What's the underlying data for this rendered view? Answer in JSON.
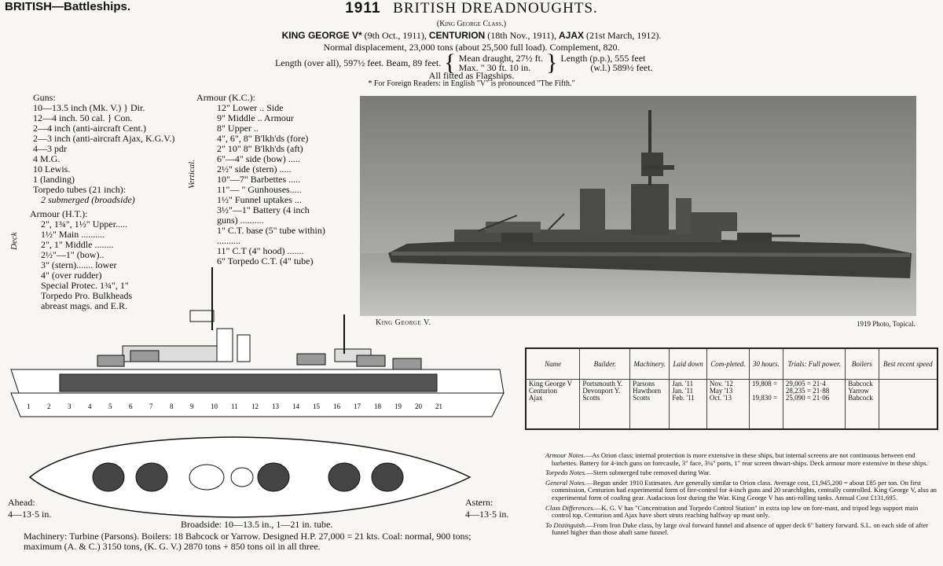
{
  "header": {
    "left": "BRITISH—Battleships.",
    "year": "1911",
    "title": "BRITISH DREADNOUGHTS."
  },
  "class_line": "(King George Class.)",
  "ships_line": {
    "ship1": "KING GEORGE V*",
    "date1": "(9th Oct., 1911),",
    "ship2": "CENTURION",
    "date2": "(18th Nov., 1911),",
    "ship3": "AJAX",
    "date3": "(21st March, 1912)."
  },
  "displacement_line": "Normal displacement, 23,000 tons (about 25,500 full load).  Complement, 820.",
  "dims": {
    "length_oa": "Length (over all), 597½ feet.  Beam, 89 feet.",
    "mean": "Mean draught, 27½ ft.",
    "max": "Max.    \"     30 ft. 10 in.",
    "pp": "Length (p.p.), 555 feet",
    "wl": "(w.l.) 589½ feet."
  },
  "flagships": "All fitted as Flagships.",
  "foreign_note": "* For Foreign Readers: in English \"V\" is pronounced \"The Fifth.\"",
  "guns": {
    "heading": "Guns:",
    "lines": [
      "10—13.5 inch (Mk. V.)  } Dir.",
      "12—4 inch. 50 cal.      } Con.",
      "2—4 inch (anti-aircraft Cent.)",
      "2—3 inch (anti-aircraft Ajax, K.G.V.)",
      "4—3 pdr",
      "4 M.G.",
      "10 Lewis.",
      "1 (landing)"
    ],
    "torpedo": "Torpedo tubes (21 inch):",
    "torpedo_detail": "2 submerged (broadside)"
  },
  "armour_ht": {
    "heading": "Armour (H.T.):",
    "lines": [
      "2\", 1¾\", 1½\" Upper.....",
      "1½\" Main ..........",
      "2\", 1\" Middle ........",
      "2½\"—1\" (bow)..",
      "3\" (stern)....... lower",
      "4\" (over rudder)",
      "Special Protec. 1¾\", 1\"",
      "Torpedo Pro. Bulkheads",
      "abreast mags. and E.R."
    ],
    "deck_label": "Deck"
  },
  "armour_kc": {
    "heading": "Armour (K.C.):",
    "lines": [
      "12\" Lower ..   Side",
      "9\" Middle ..   Armour",
      "8\" Upper ..",
      "4\", 6\", 8\" B'lkh'ds (fore)",
      "2\" 10\" 8\" B'lkh'ds (aft)",
      "6\"—4\" side (bow) .....",
      "2½\" side (stern) .....",
      "10\"—7\" Barbettes .....",
      "11\"— \" Gunhouses.....",
      "1½\" Funnel uptakes ...",
      "3½\"—1\" Battery (4 inch guns) ..........",
      "1\" C.T. base (5\" tube within) ..........",
      "11\" C.T (4\" hood) .......",
      "6\" Torpedo C.T. (4\" tube)"
    ],
    "vertical_label": "Vertical."
  },
  "photo": {
    "caption": "King George V.",
    "credit": "1919 Photo, Topical."
  },
  "profile_numbers": [
    "1",
    "2",
    "3",
    "4",
    "5",
    "6",
    "7",
    "8",
    "9",
    "10",
    "11",
    "12",
    "13",
    "14",
    "15",
    "16",
    "17",
    "18",
    "19",
    "20",
    "21"
  ],
  "ahead": "Ahead:",
  "ahead_guns": "4—13·5 in.",
  "astern": "Astern:",
  "astern_guns": "4—13·5 in.",
  "broadside": "Broadside: 10—13.5 in., 1—21 in. tube.",
  "machinery": "Machinery: Turbine (Parsons). Boilers: 18 Babcock or Yarrow. Designed H.P. 27,000 = 21 kts. Coal: normal, 900 tons; maximum (A. & C.) 3150 tons, (K. G. V.) 2870 tons + 850 tons oil in all three.",
  "trials_table": {
    "headers": [
      "Name",
      "Builder.",
      "Machinery.",
      "Laid down",
      "Com-pleted.",
      "30 hours.",
      "Trials: Full power.",
      "Boilers",
      "Best recent speed"
    ],
    "rows": [
      [
        "King George V\nCenturion\nAjax",
        "Portsmouth Y.\nDevonport Y.\nScotts",
        "Parsons\nHawthorn\nScotts",
        "Jan. '11\nJan. '11\nFeb. '11",
        "Nov. '12\nMay '13\nOct. '13",
        "19,808 =\n\n19,830 =",
        "29,005 = 21·4\n28,235 = 21·88\n25,090 = 21·06",
        "Babcock\nYarrow\nBabcock",
        ""
      ]
    ]
  },
  "notes": {
    "armour_label": "Armour Notes.",
    "armour": "—As Orion class; internal protection is more extensive in these ships, but internal screens are not continuous between end barbettes. Battery for 4-inch guns on forecastle, 3\" face, 3¼\" ports, 1\" rear screen thwart-ships. Deck armour more extensive in these ships.",
    "torpedo_label": "Torpedo Notes.",
    "torpedo": "—Stern submerged tube removed during War.",
    "general_label": "General Notes.",
    "general": "—Begun under 1910 Estimates. Are generally similar to Orion class. Average cost, £1,945,200 = about £85 per ton. On first commission, Centurion had experimental form of fire-control for 4-inch guns and 20 searchlights, centrally controlled. King George V, also an experimental form of coaling gear. Audacious lost during the War. King George V has anti-rolling tanks. Annual Cost £131,695.",
    "class_label": "Class Differences.",
    "class": "—K. G. V has \"Concentration and Torpedo Control Station\" in extra top low on fore-mast, and tripod legs support main control top. Centurion and Ajax have short struts reaching halfway up mast only.",
    "distinguish_label": "To Distinguish.",
    "distinguish": "—From Iron Duke class, by large oval forward funnel and absence of upper deck 6\" battery forward. S.L. on each side of after funnel higher than those abaft same funnel."
  }
}
